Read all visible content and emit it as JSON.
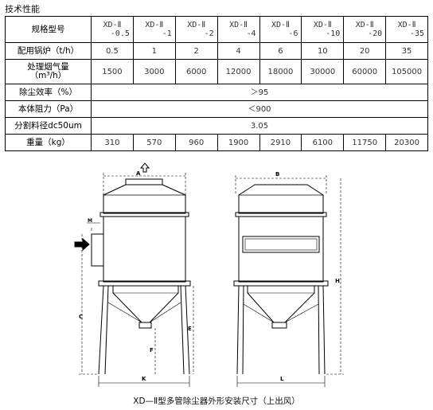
{
  "title": "技术性能",
  "table": {
    "header_label": "规格型号",
    "models": [
      {
        "line1": "XD-Ⅱ",
        "line2": "-0.5"
      },
      {
        "line1": "XD-Ⅱ",
        "line2": "-1"
      },
      {
        "line1": "XD-Ⅱ",
        "line2": "-2"
      },
      {
        "line1": "XD-Ⅱ",
        "line2": "-4"
      },
      {
        "line1": "XD-Ⅱ",
        "line2": "-6"
      },
      {
        "line1": "XD-Ⅱ",
        "line2": "-10"
      },
      {
        "line1": "XD-Ⅱ",
        "line2": "-20"
      },
      {
        "line1": "XD-Ⅱ",
        "line2": "-35"
      }
    ],
    "rows": [
      {
        "label": "配用锅炉（t/h）",
        "values": [
          "0.5",
          "1",
          "2",
          "4",
          "6",
          "10",
          "20",
          "35"
        ]
      },
      {
        "label_line1": "处理烟气量",
        "label_line2": "（m³/h）",
        "values": [
          "1500",
          "3000",
          "6000",
          "12000",
          "18000",
          "30000",
          "60000",
          "105000"
        ]
      },
      {
        "label": "除尘效率（%）",
        "merged": "＞95"
      },
      {
        "label": "本体阻力（Pa）",
        "merged": "＜900"
      },
      {
        "label": "分割料径dc50um",
        "merged": "3.05"
      },
      {
        "label": "重量（kg）",
        "values": [
          "310",
          "570",
          "960",
          "1900",
          "2910",
          "6100",
          "11750",
          "20300"
        ]
      }
    ]
  },
  "drawing": {
    "labels": {
      "A": "A",
      "B": "B",
      "M": "M",
      "C": "C",
      "E": "E",
      "F": "F",
      "K": "K",
      "L": "L",
      "H": "H"
    }
  },
  "caption": "XD—Ⅱ型多管除尘器外形安装尺寸（上出风）"
}
